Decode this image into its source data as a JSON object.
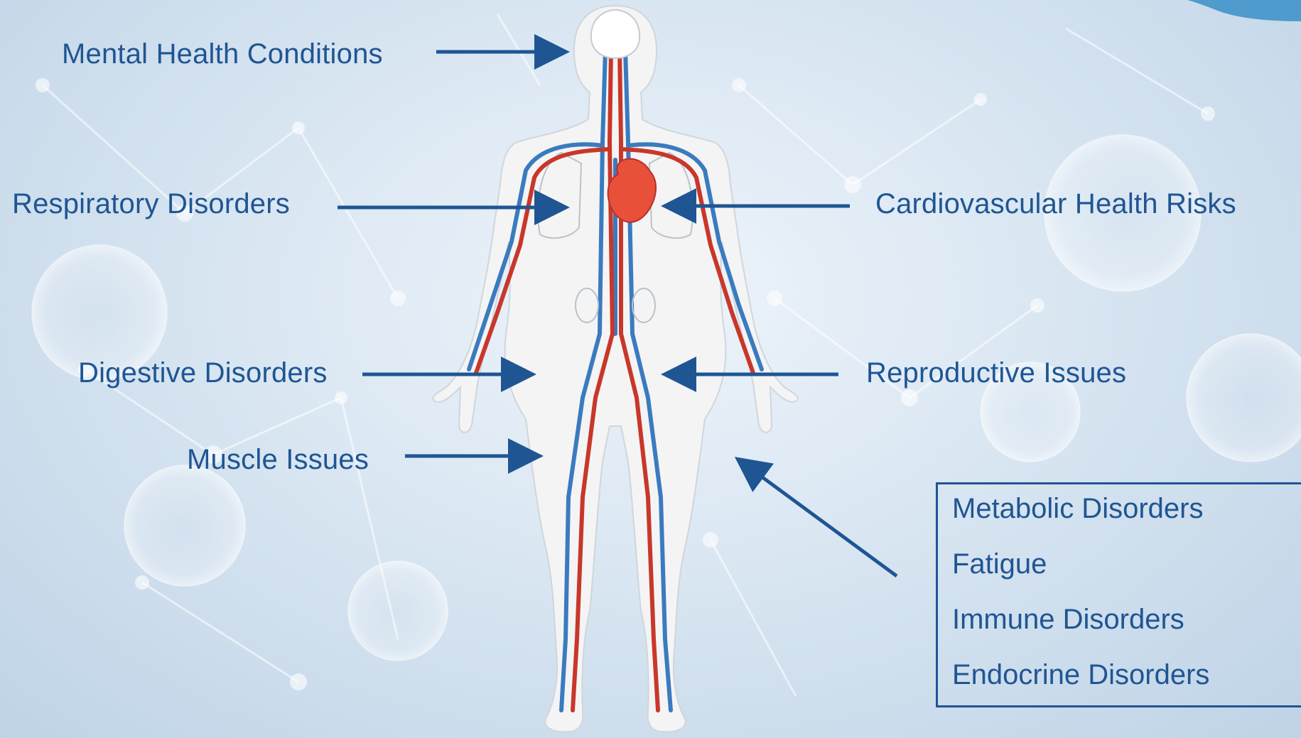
{
  "labels": {
    "mental": "Mental Health Conditions",
    "respiratory": "Respiratory Disorders",
    "cardiovascular": "Cardiovascular Health Risks",
    "digestive": "Digestive Disorders",
    "reproductive": "Reproductive Issues",
    "muscle": "Muscle Issues"
  },
  "other_conditions": [
    "Metabolic Disorders",
    "Fatigue",
    "Immune Disorders",
    "Endocrine Disorders"
  ],
  "colors": {
    "label_text": "#1f5593",
    "arrow": "#1f5593",
    "artery": "#c8372a",
    "vein": "#3a7bbf",
    "heart": "#e8503a",
    "body_fill": "#f4f4f4"
  }
}
